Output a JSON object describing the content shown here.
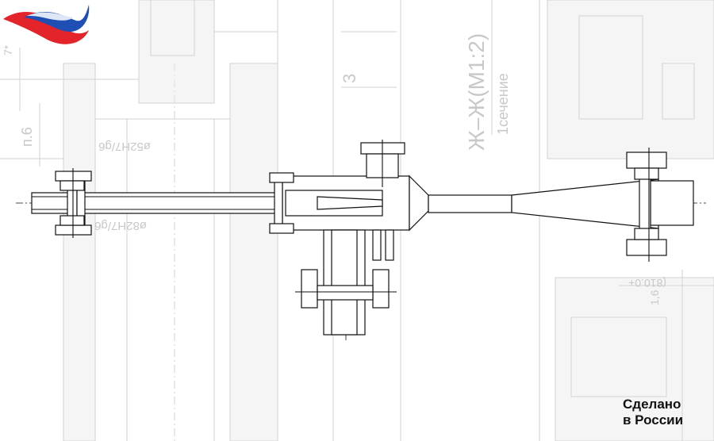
{
  "drawing": {
    "dim_top": "ø52H7/g6",
    "dim_bottom": "ø82H7/g6",
    "section_title": "Ж–Ж(М1:2)",
    "section_subtitle": "1сечение",
    "dim_side": "п.6",
    "sheet_number": "3",
    "dim_small": "7*",
    "dim_right": "(810.0+",
    "dim_value": "1,6"
  },
  "logo": {
    "line1": "Сделано",
    "line2": "в России",
    "colors": [
      "#ffffff",
      "#1f4fb5",
      "#e3242b"
    ]
  }
}
